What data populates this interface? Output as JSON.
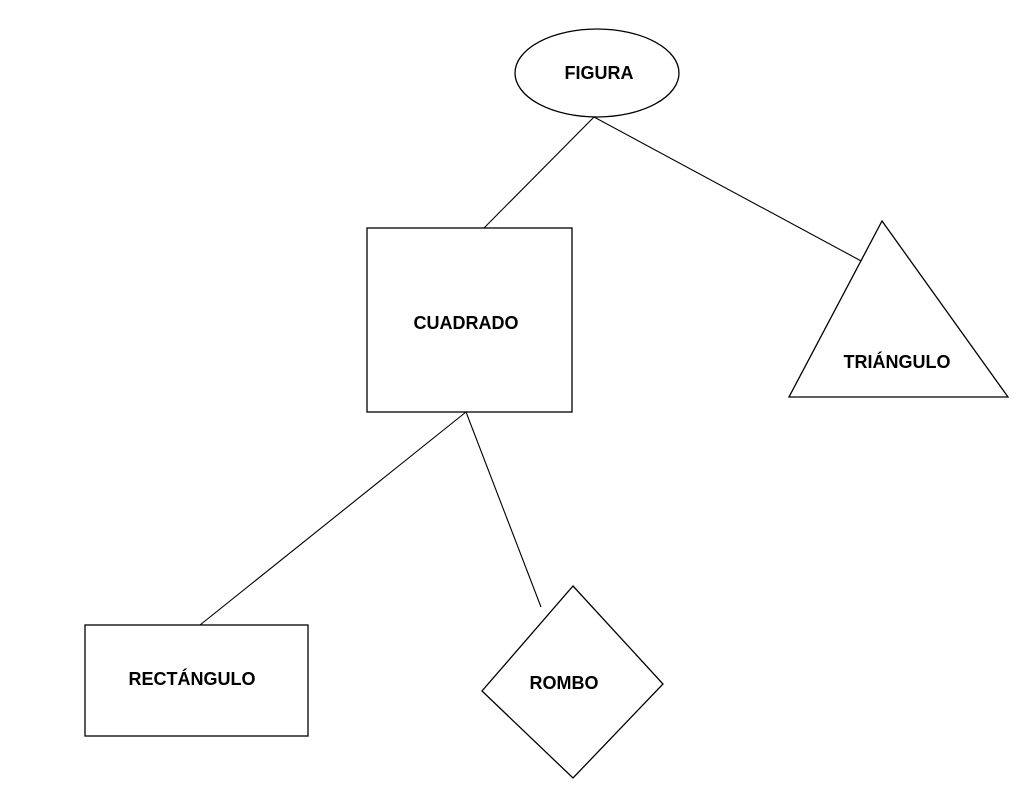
{
  "diagram": {
    "nodes": {
      "figura": {
        "label": "FIGURA",
        "shape": "ellipse"
      },
      "cuadrado": {
        "label": "CUADRADO",
        "shape": "square"
      },
      "triangulo": {
        "label": "TRIÁNGULO",
        "shape": "triangle"
      },
      "rectangulo": {
        "label": "RECTÁNGULO",
        "shape": "rectangle"
      },
      "rombo": {
        "label": "ROMBO",
        "shape": "diamond"
      }
    },
    "edges": [
      {
        "from": "FIGURA",
        "to": "CUADRADO"
      },
      {
        "from": "FIGURA",
        "to": "TRIÁNGULO"
      },
      {
        "from": "CUADRADO",
        "to": "RECTÁNGULO"
      },
      {
        "from": "CUADRADO",
        "to": "ROMBO"
      }
    ],
    "colors": {
      "stroke": "#000000",
      "fill": "#ffffff",
      "text": "#000000"
    }
  }
}
